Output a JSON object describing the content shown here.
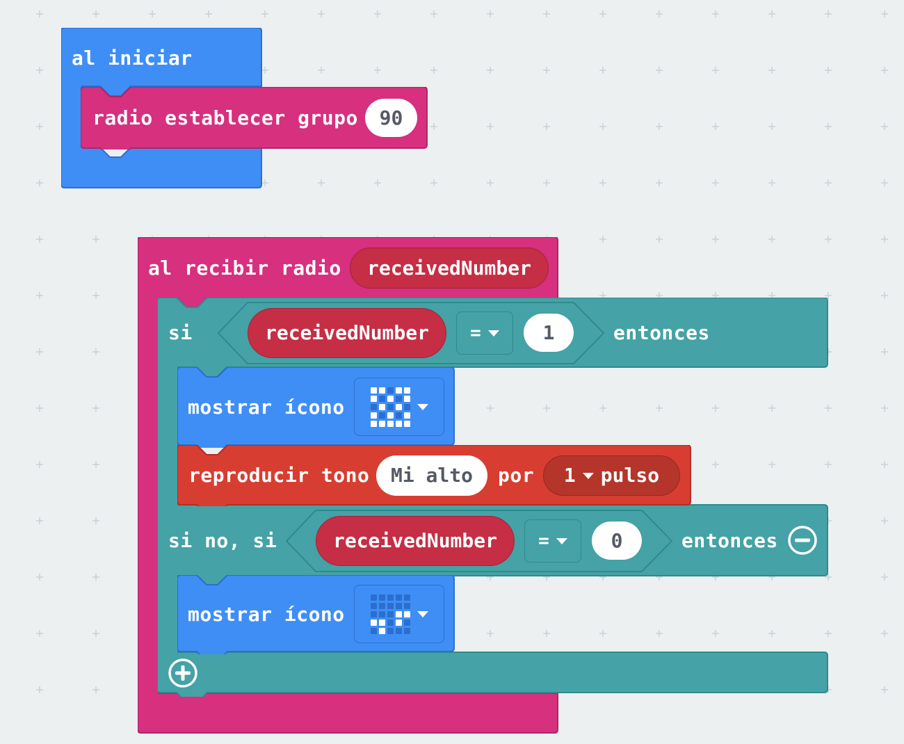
{
  "on_start": {
    "label": "al iniciar",
    "radio_set_group": {
      "label": "radio establecer grupo",
      "value": "90"
    }
  },
  "on_received": {
    "label": "al recibir radio",
    "variable": "receivedNumber",
    "if_branch": {
      "keyword": "si",
      "variable": "receivedNumber",
      "operator": "=",
      "value": "1",
      "then": "entonces",
      "show_icon_label": "mostrar ícono",
      "icon_matrix": [
        [
          1,
          1,
          0,
          1,
          1
        ],
        [
          1,
          0,
          1,
          0,
          1
        ],
        [
          0,
          1,
          0,
          1,
          0
        ],
        [
          1,
          0,
          1,
          0,
          1
        ],
        [
          1,
          1,
          1,
          1,
          1
        ]
      ],
      "play_tone": {
        "label": "reproducir tono",
        "note": "Mi alto",
        "por": "por",
        "beats": "1",
        "beat_unit": "pulso"
      }
    },
    "else_if_branch": {
      "keyword": "si no, si",
      "variable": "receivedNumber",
      "operator": "=",
      "value": "0",
      "then": "entonces",
      "show_icon_label": "mostrar ícono",
      "icon_matrix": [
        [
          0,
          0,
          0,
          0,
          0
        ],
        [
          0,
          0,
          0,
          0,
          0
        ],
        [
          0,
          0,
          0,
          1,
          1
        ],
        [
          1,
          1,
          0,
          1,
          0
        ],
        [
          0,
          1,
          0,
          0,
          0
        ]
      ]
    }
  },
  "colors": {
    "events": "#d6307f",
    "basic": "#3f8ef5",
    "logic": "#45a2a6",
    "music": "#d73e31",
    "variables": "#c52e44"
  }
}
